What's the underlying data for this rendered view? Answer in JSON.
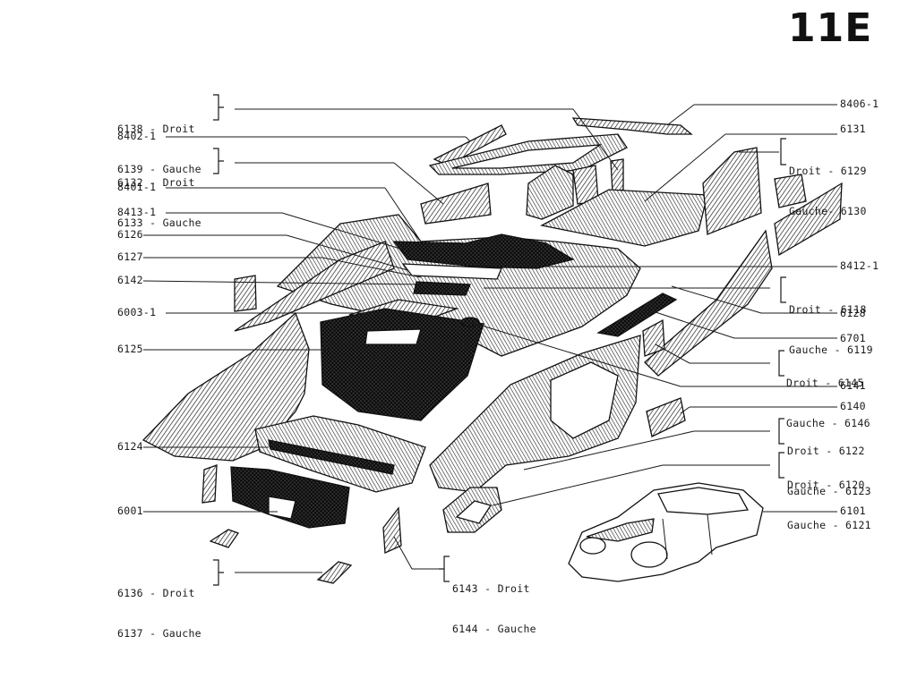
{
  "page_code": "11E",
  "labels": {
    "l6138_6139": [
      "6138 - Droit",
      "6139 - Gauche"
    ],
    "l8402_1": "8402-1",
    "l6132_6133": [
      "6132 - Droit",
      "6133 - Gauche"
    ],
    "l8401_1": "8401-1",
    "l8413_1": "8413-1",
    "l6126": "6126",
    "l6127": "6127",
    "l6142": "6142",
    "l6003_1": "6003-1",
    "l6125": "6125",
    "l6124": "6124",
    "l6001": "6001",
    "l6136_6137": [
      "6136 - Droit",
      "6137 - Gauche"
    ],
    "l6143_6144": [
      "6143 - Droit",
      "6144 - Gauche"
    ],
    "r8406_1": "8406-1",
    "r6131": "6131",
    "r6129_6130": [
      "Droit - 6129",
      "Gauche- 6130"
    ],
    "r8412_1": "8412-1",
    "r6118_6119": [
      "Droit - 6118",
      "Gauche - 6119"
    ],
    "r6128": "6128",
    "r6701": "6701",
    "r6145_6146": [
      "Droit - 6145",
      "Gauche - 6146"
    ],
    "r6141": "6141",
    "r6140": "6140",
    "r6122_6123": [
      "Droit - 6122",
      "Gauche - 6123"
    ],
    "r6120_6121": [
      "Droit - 6120",
      "Gauche - 6121"
    ],
    "r6101": "6101"
  }
}
